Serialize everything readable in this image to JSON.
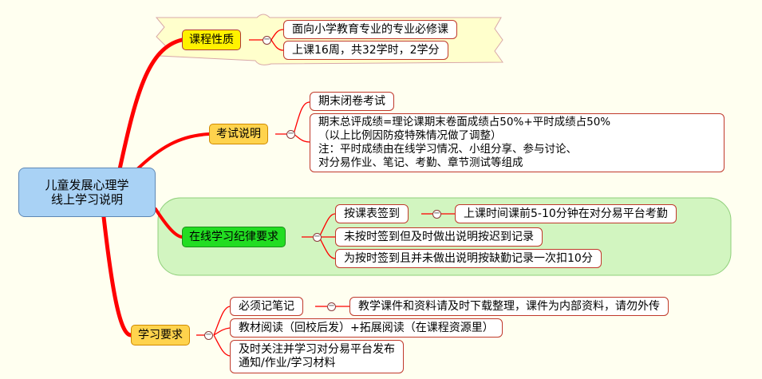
{
  "root": {
    "line1": "儿童发展心理学",
    "line2": "线上学习说明"
  },
  "branches": [
    {
      "label": "课程性质",
      "children": [
        "面向小学教育专业的专业必修课",
        "上课16周，共32学时，2学分"
      ]
    },
    {
      "label": "考试说明",
      "children": [
        "期末闭卷考试",
        "期末总评成绩=理论课期末卷面成绩占50%+平时成绩占50%",
        "（以上比例因防疫特殊情况做了调整）",
        "注：平时成绩由在线学习情况、小组分享、参与讨论、",
        "对分易作业、笔记、考勤、章节测试等组成"
      ]
    },
    {
      "label": "在线学习纪律要求",
      "children": [
        "按课表签到",
        "上课时间课前5-10分钟在对分易平台考勤",
        "未按时签到但及时做出说明按迟到记录",
        "为按时签到且并未做出说明按缺勤记录一次扣10分"
      ]
    },
    {
      "label": "学习要求",
      "children": [
        "必须记笔记",
        "教学课件和资料请及时下载整理，课件为内部资料，请勿外传",
        "教材阅读（回校后发）+拓展阅读（在课程资源里）",
        "及时关注并学习对分易平台发布",
        "通知/作业/学习材料"
      ]
    }
  ],
  "collapse_symbol": "−",
  "colors": {
    "background": "#fffff0",
    "root_fill": "#a9d2f5",
    "branch_line": "#ff0000",
    "node_border": "#c0392b",
    "yellow": "#fff200",
    "orange": "#ffd34d",
    "green": "#22dd22",
    "pale_yellow_panel": "#ffffcc",
    "pale_green_panel": "#d2f5c0"
  }
}
